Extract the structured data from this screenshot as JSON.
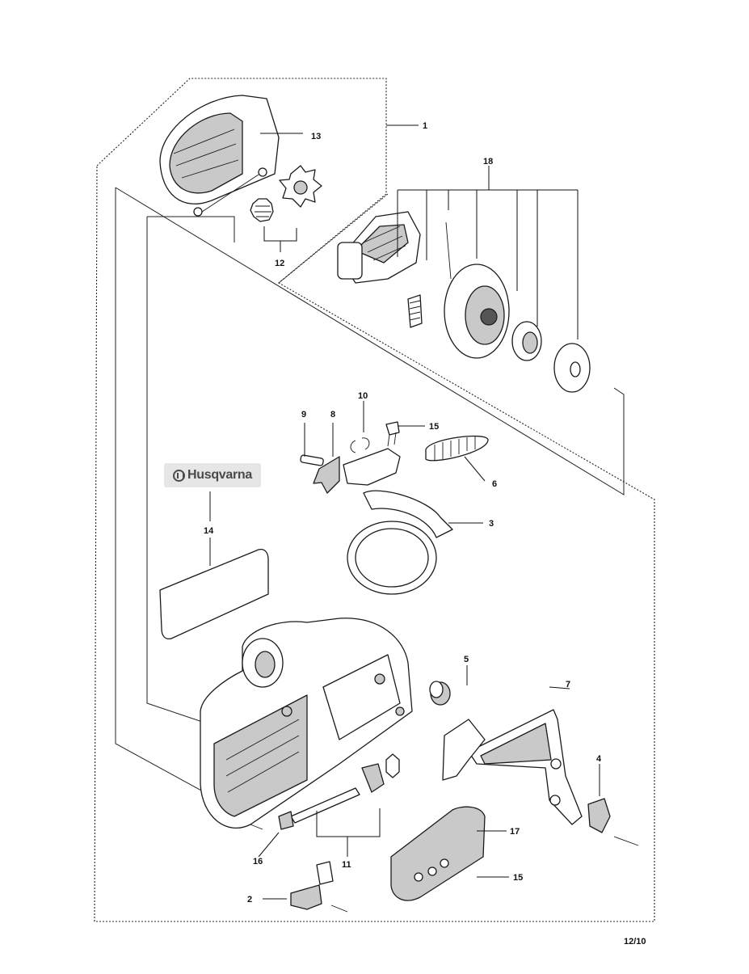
{
  "diagram": {
    "callouts": [
      {
        "id": "1",
        "label": "1"
      },
      {
        "id": "2",
        "label": "2"
      },
      {
        "id": "3",
        "label": "3"
      },
      {
        "id": "4",
        "label": "4"
      },
      {
        "id": "5",
        "label": "5"
      },
      {
        "id": "6",
        "label": "6"
      },
      {
        "id": "7",
        "label": "7"
      },
      {
        "id": "8",
        "label": "8"
      },
      {
        "id": "9",
        "label": "9"
      },
      {
        "id": "10",
        "label": "10"
      },
      {
        "id": "11",
        "label": "11"
      },
      {
        "id": "12",
        "label": "12"
      },
      {
        "id": "13",
        "label": "13"
      },
      {
        "id": "14",
        "label": "14"
      },
      {
        "id": "15a",
        "label": "15"
      },
      {
        "id": "15b",
        "label": "15"
      },
      {
        "id": "16",
        "label": "16"
      },
      {
        "id": "17",
        "label": "17"
      },
      {
        "id": "18",
        "label": "18"
      }
    ],
    "logo_text": "Husqvarna",
    "logo_icon": "husqvarna-crown-icon",
    "page_number": "12/10"
  }
}
